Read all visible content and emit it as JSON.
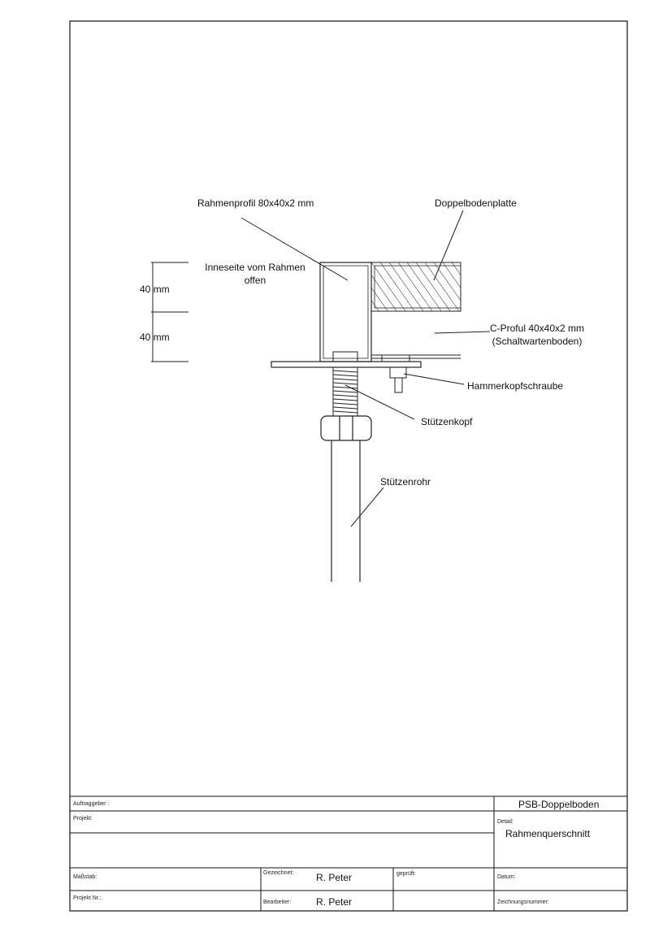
{
  "drawing": {
    "labels": {
      "rahmenprofil": "Rahmenprofil 80x40x2 mm",
      "doppelbodenplatte": "Doppelbodenplatte",
      "inneseite_line1": "Inneseite vom Rahmen",
      "inneseite_line2": "offen",
      "dim_upper": "40 mm",
      "dim_lower": "40 mm",
      "cprofil_line1": "C-Proful 40x40x2 mm",
      "cprofil_line2": "(Schaltwartenboden)",
      "hammerkopfschraube": "Hammerkopfschraube",
      "stuetzenkopf": "Stützenkopf",
      "stuetzenrohr": "Stützenrohr"
    }
  },
  "title_block": {
    "auftraggeber_label": "Auftraggeber :",
    "projekt_label": "Projekt:",
    "massstab_label": "Maßstab:",
    "projekt_nr_label": "Projekt Nr.:",
    "gezeichnet_label": "Gezeichnet:",
    "gezeichnet_value": "R. Peter",
    "bearbeiter_label": "Bearbeiter:",
    "bearbeiter_value": "R. Peter",
    "geprueft_label": "geprüft:",
    "product": "PSB-Doppelboden",
    "detail_label": "Detail:",
    "detail_value": "Rahmenquerschnitt",
    "datum_label": "Datum:",
    "zeichnungsnummer_label": "Zeichnungsnummer:"
  }
}
